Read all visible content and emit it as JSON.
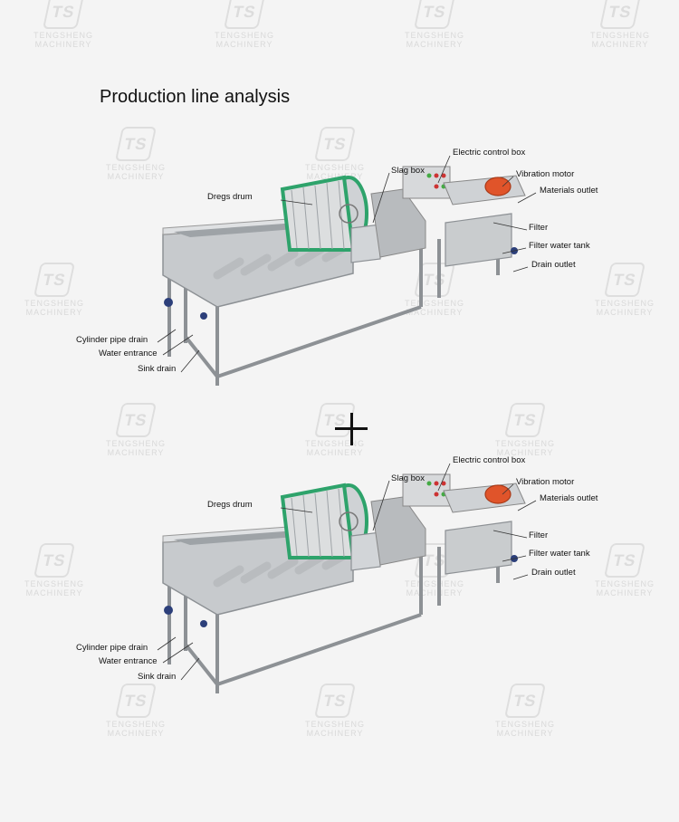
{
  "title": "Production line analysis",
  "separator": "+",
  "watermark_text": "TENGSHENG MACHINERY",
  "watermark_logo": "TS",
  "diagrams": [
    {
      "labels": {
        "electric_control_box": "Electric control box",
        "slag_box": "Slag box",
        "vibration_motor": "Vibration motor",
        "dregs_drum": "Dregs drum",
        "materials_outlet": "Materials outlet",
        "filter": "Filter",
        "filter_water_tank": "Filter water tank",
        "drain_outlet": "Drain outlet",
        "cylinder_pipe_drain": "Cylinder pipe drain",
        "water_entrance": "Water entrance",
        "sink_drain": "Sink drain"
      }
    },
    {
      "labels": {
        "electric_control_box": "Electric control box",
        "slag_box": "Slag box",
        "vibration_motor": "Vibration motor",
        "dregs_drum": "Dregs drum",
        "materials_outlet": "Materials outlet",
        "filter": "Filter",
        "filter_water_tank": "Filter water tank",
        "drain_outlet": "Drain outlet",
        "cylinder_pipe_drain": "Cylinder pipe drain",
        "water_entrance": "Water entrance",
        "sink_drain": "Sink drain"
      }
    }
  ],
  "colors": {
    "steel_light": "#d6d8da",
    "steel_mid": "#b3b6b9",
    "steel_dark": "#7d8185",
    "drum_green": "#2ea36b",
    "motor_orange": "#e0542a",
    "valve_blue": "#2c3f7a"
  }
}
